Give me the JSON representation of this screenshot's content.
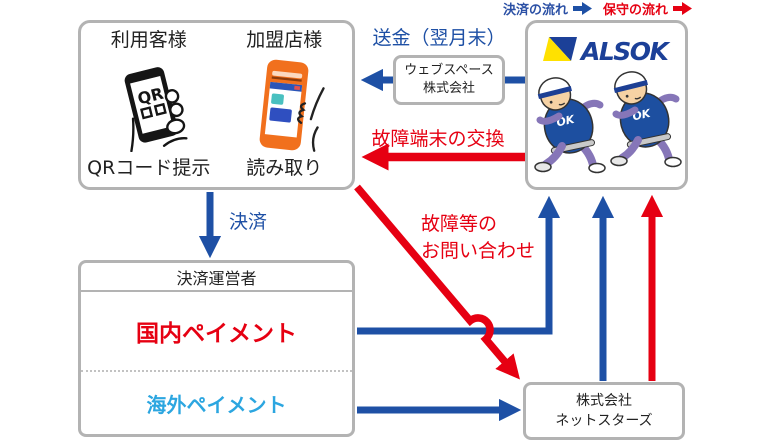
{
  "legend": {
    "payment_flow_label": "決済の流れ",
    "maintenance_flow_label": "保守の流れ"
  },
  "colors": {
    "payment_flow_blue": "#1e50a5",
    "maintenance_flow_red": "#e60012",
    "domestic_payment_red": "#e60012",
    "overseas_payment_blue": "#2ca6e0",
    "box_border_gray": "#b3b3b3",
    "alsok_logo_blue": "#1c4098",
    "alsok_logo_yellow": "#ffe100",
    "terminal_orange": "#f1701d"
  },
  "customer_merchant_box": {
    "customer_label": "利用客様",
    "merchant_label": "加盟店様",
    "customer_action": "QRコード提示",
    "merchant_action": "読み取り",
    "phone_screen_text": "QR"
  },
  "alsok_box": {
    "logo_text": "ALSOK",
    "mascot_vest_text": "OK"
  },
  "webspace_box": {
    "line1": "ウェブスペース",
    "line2": "株式会社"
  },
  "netstars_box": {
    "line1": "株式会社",
    "line2": "ネットスターズ"
  },
  "payment_operator_box": {
    "title": "決済運営者",
    "domestic_label": "国内ペイメント",
    "overseas_label": "海外ペイメント"
  },
  "flow_labels": {
    "remittance": "送金（翌月末）",
    "terminal_replacement": "故障端末の交換",
    "payment": "決済",
    "inquiry_line1": "故障等の",
    "inquiry_line2": "お問い合わせ"
  }
}
